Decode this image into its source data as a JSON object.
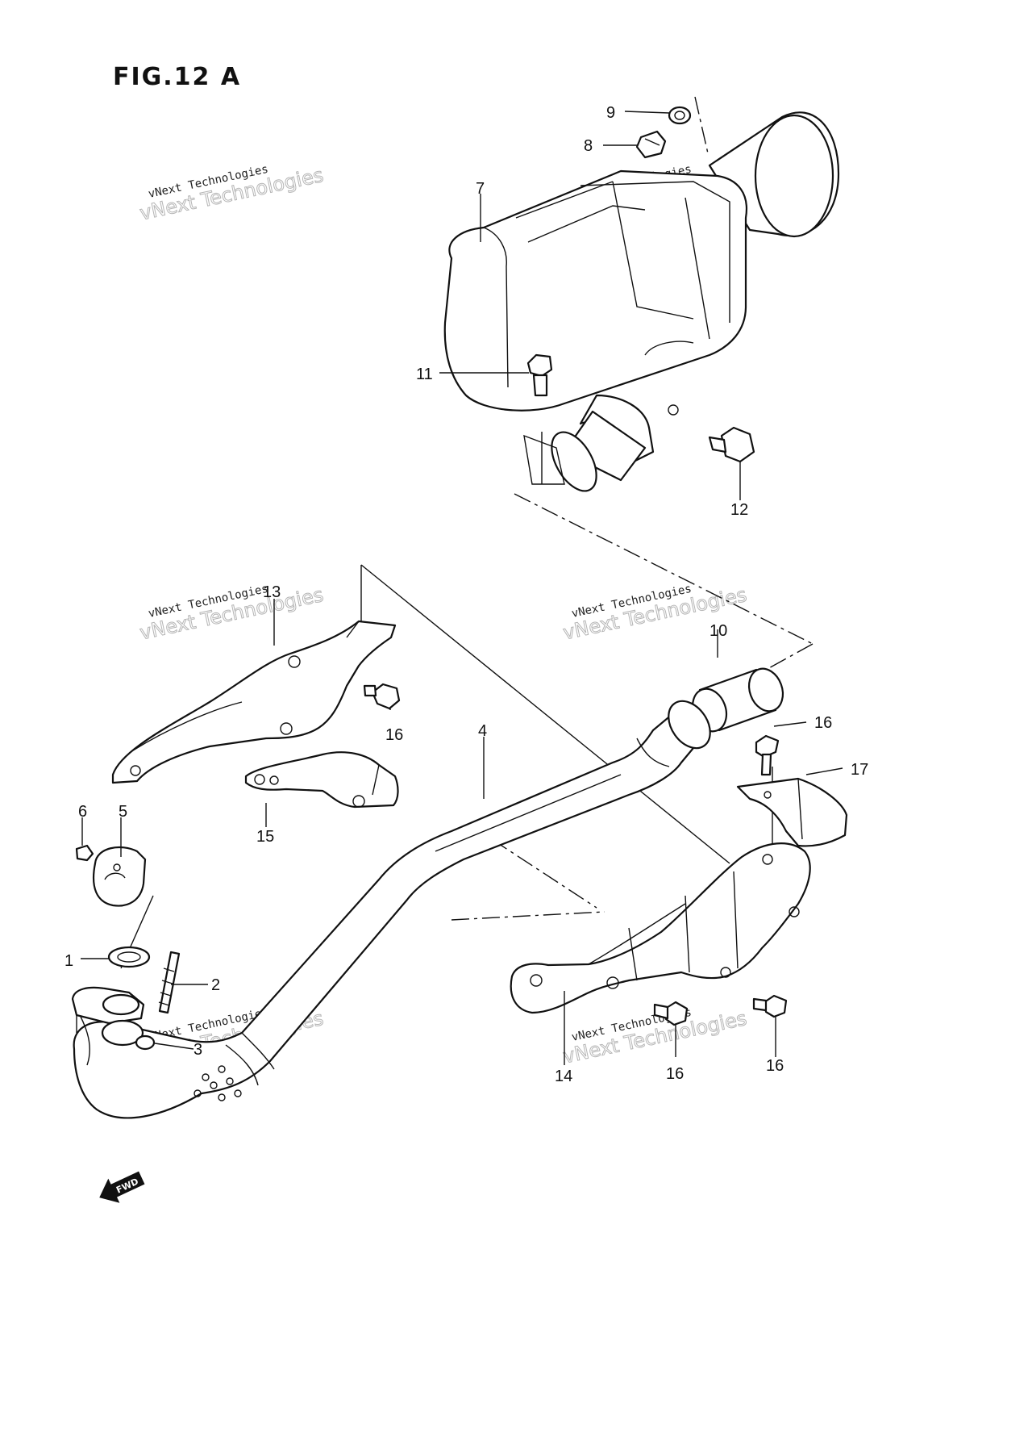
{
  "figure": {
    "title": "FIG.12 A"
  },
  "callouts": {
    "c1": "1",
    "c2": "2",
    "c3": "3",
    "c4": "4",
    "c5": "5",
    "c6": "6",
    "c7": "7",
    "c8": "8",
    "c9": "9",
    "c10": "10",
    "c11": "11",
    "c12": "12",
    "c13": "13",
    "c14": "14",
    "c15": "15",
    "c16a": "16",
    "c16b": "16",
    "c16c": "16",
    "c16d": "16",
    "c17": "17"
  },
  "watermark": {
    "line1": "vNext Technologies",
    "line2": "vNext Technologies"
  },
  "fwd_arrow": {
    "label": "FWD"
  }
}
